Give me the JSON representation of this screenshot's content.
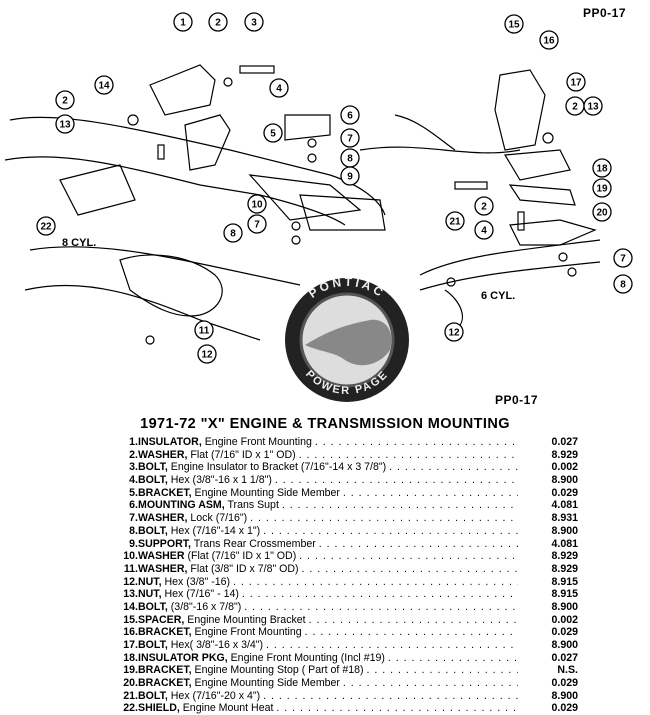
{
  "page_code_top": "PP0-17",
  "page_code_mid": "PP0-17",
  "title": "1971-72 \"X\" ENGINE & TRANSMISSION MOUNTING",
  "labels": {
    "left_engine": "8 CYL.",
    "right_engine": "6 CYL."
  },
  "logo": {
    "text_top": "PONTIAC",
    "text_bottom": "POWER PAGE"
  },
  "callouts": [
    "1",
    "2",
    "3",
    "14",
    "2",
    "4",
    "13",
    "5",
    "6",
    "7",
    "8",
    "9",
    "10",
    "7",
    "8",
    "22",
    "11",
    "12",
    "15",
    "16",
    "17",
    "2",
    "13",
    "18",
    "19",
    "21",
    "2",
    "20",
    "4",
    "7",
    "8",
    "12"
  ],
  "parts": [
    {
      "num": "1.",
      "name": "INSULATOR,",
      "desc": " Engine Front Mounting",
      "pn": "0.027"
    },
    {
      "num": "2.",
      "name": "WASHER,",
      "desc": " Flat (7/16\" ID x 1\" OD)",
      "pn": "8.929"
    },
    {
      "num": "3.",
      "name": "BOLT,",
      "desc": " Engine Insulator to Bracket (7/16\"-14 x 3 7/8\")",
      "pn": "0.002"
    },
    {
      "num": "4.",
      "name": "BOLT,",
      "desc": " Hex (3/8\"-16 x 1 1/8\")",
      "pn": "8.900"
    },
    {
      "num": "5.",
      "name": "BRACKET,",
      "desc": " Engine Mounting Side Member",
      "pn": "0.029"
    },
    {
      "num": "6.",
      "name": "MOUNTING ASM,",
      "desc": " Trans Supt",
      "pn": "4.081"
    },
    {
      "num": "7.",
      "name": "WASHER,",
      "desc": " Lock (7/16\")",
      "pn": "8.931"
    },
    {
      "num": "8.",
      "name": "BOLT,",
      "desc": " Hex (7/16\"-14 x 1\")",
      "pn": "8.900"
    },
    {
      "num": "9.",
      "name": "SUPPORT,",
      "desc": " Trans Rear Crossmember",
      "pn": "4.081"
    },
    {
      "num": "10.",
      "name": "WASHER",
      "desc": " (Flat (7/16\" ID x 1\" OD)",
      "pn": "8.929"
    },
    {
      "num": "11.",
      "name": "WASHER,",
      "desc": " Flat (3/8\" ID x 7/8\" OD)",
      "pn": "8.929"
    },
    {
      "num": "12.",
      "name": "NUT,",
      "desc": " Hex (3/8\" -16)",
      "pn": "8.915"
    },
    {
      "num": "13.",
      "name": "NUT,",
      "desc": " Hex (7/16\" - 14)",
      "pn": "8.915"
    },
    {
      "num": "14.",
      "name": "BOLT,",
      "desc": " (3/8\"-16 x 7/8\")",
      "pn": "8.900"
    },
    {
      "num": "15.",
      "name": "SPACER,",
      "desc": " Engine Mounting Bracket",
      "pn": "0.002"
    },
    {
      "num": "16.",
      "name": "BRACKET,",
      "desc": " Engine Front Mounting",
      "pn": "0.029"
    },
    {
      "num": "17.",
      "name": "BOLT,",
      "desc": " Hex( 3/8\"-16 x 3/4\")",
      "pn": "8.900"
    },
    {
      "num": "18.",
      "name": "INSULATOR PKG,",
      "desc": " Engine Front Mounting (Incl #19)",
      "pn": "0.027"
    },
    {
      "num": "19.",
      "name": "BRACKET,",
      "desc": " Engine Mounting Stop ( Part of #18)",
      "pn": "N.S."
    },
    {
      "num": "20.",
      "name": "BRACKET,",
      "desc": " Engine Mounting Side Member",
      "pn": "0.029"
    },
    {
      "num": "21.",
      "name": "BOLT,",
      "desc": " Hex (7/16\"-20 x 4\")",
      "pn": "8.900"
    },
    {
      "num": "22.",
      "name": "SHIELD,",
      "desc": " Engine Mount Heat",
      "pn": "0.029"
    }
  ]
}
